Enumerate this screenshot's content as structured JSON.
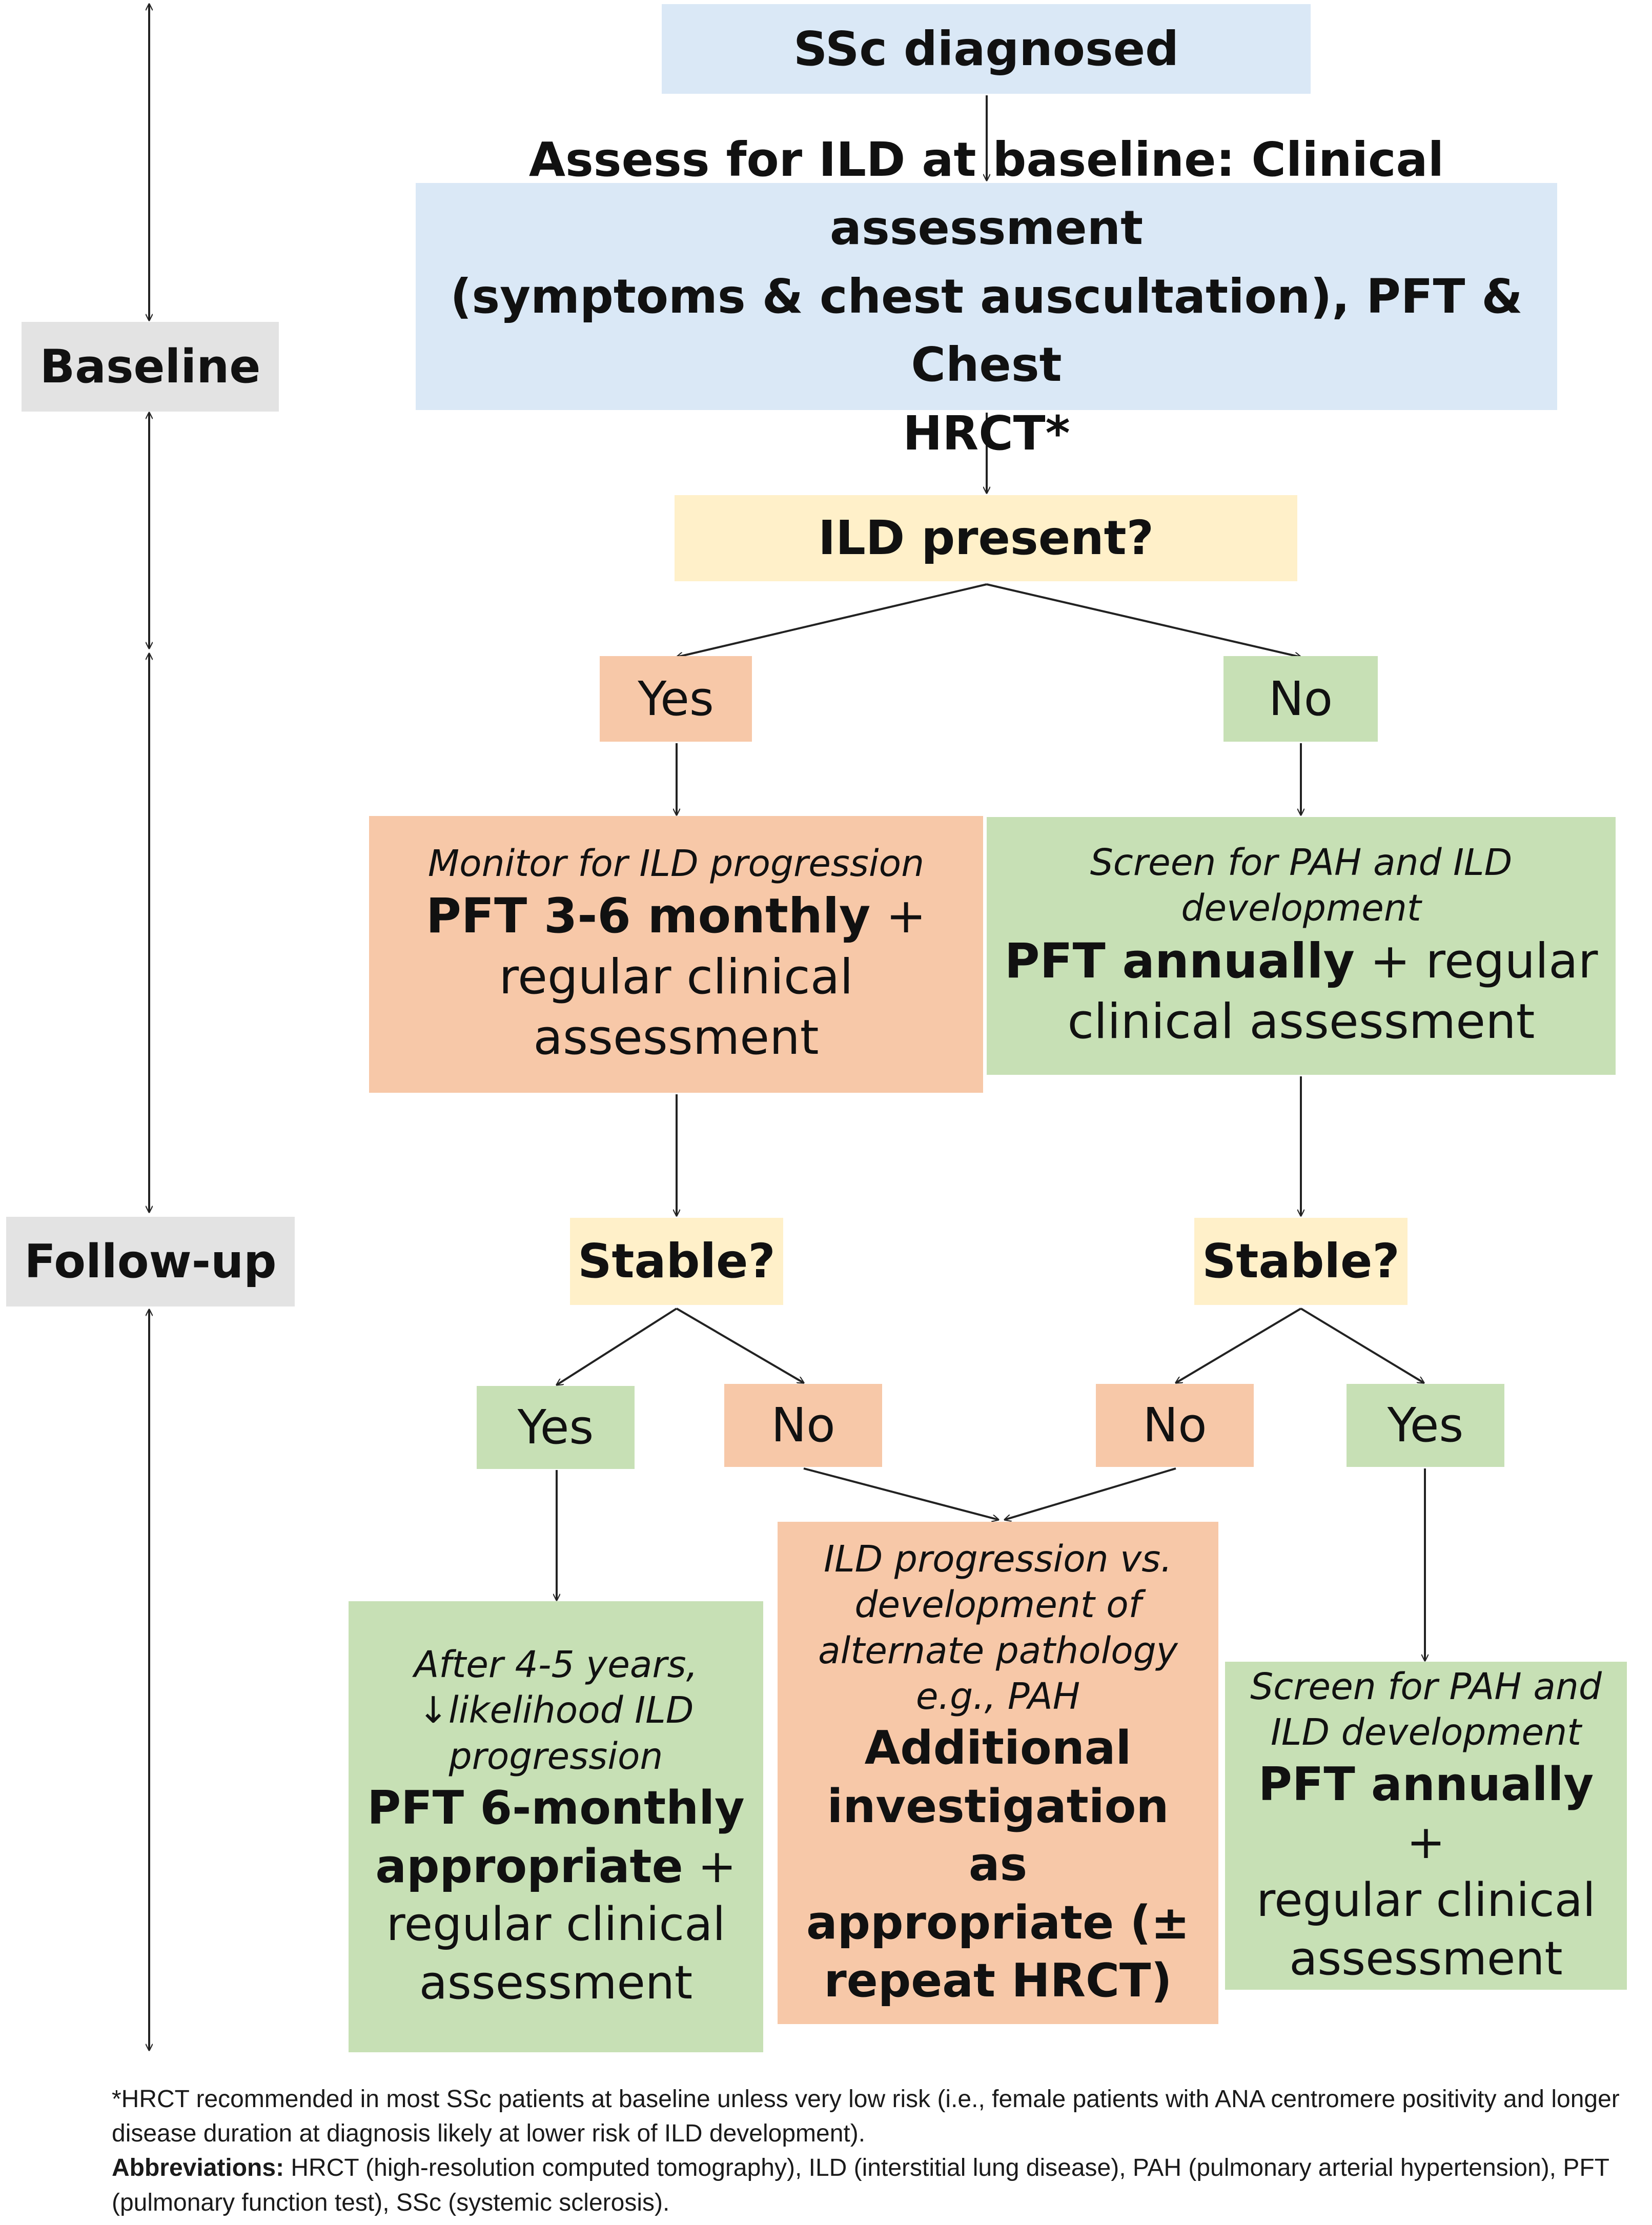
{
  "phases": {
    "baseline": "Baseline",
    "followup": "Follow-up"
  },
  "nodes": {
    "diagnosed": "SSc diagnosed",
    "assess": [
      "Assess for ILD at baseline: Clinical assessment",
      "(symptoms & chest auscultation), PFT & Chest",
      "HRCT*"
    ],
    "ild_present": "ILD present?",
    "yes1": "Yes",
    "no1": "No",
    "monitor": {
      "italic": "Monitor for ILD progression",
      "bold": "PFT 3-6 monthly",
      "plus": " +",
      "rest": [
        "regular clinical",
        "assessment"
      ]
    },
    "screen1": {
      "italic": [
        "Screen for PAH and ILD",
        "development"
      ],
      "bold": "PFT annually",
      "plus": " + regular",
      "rest": [
        "clinical assessment"
      ]
    },
    "stable_left": "Stable?",
    "stable_right": "Stable?",
    "yes_left": "Yes",
    "no_left": "No",
    "no_right": "No",
    "yes_right": "Yes",
    "after": {
      "italic": [
        "After 4-5 years,",
        "↓likelihood ILD",
        "progression"
      ],
      "bold": [
        "PFT 6-monthly",
        "appropriate"
      ],
      "plus": " +",
      "rest": [
        "regular clinical",
        "assessment"
      ]
    },
    "progression": {
      "italic": [
        "ILD progression vs.",
        "development of",
        "alternate pathology",
        "e.g., PAH"
      ],
      "bold": [
        "Additional",
        "investigation as",
        "appropriate (±",
        "repeat HRCT)"
      ]
    },
    "screen2": {
      "italic": [
        "Screen for PAH and",
        "ILD development"
      ],
      "bold": "PFT annually",
      "plus": " +",
      "rest": [
        "regular clinical",
        "assessment"
      ]
    }
  },
  "footnote": {
    "line1": "*HRCT recommended in most SSc patients at baseline unless very low risk (i.e., female patients with ANA centromere positivity and longer disease duration at diagnosis likely at lower risk of ILD development).",
    "abbr_label": "Abbreviations:",
    "abbr_text": " HRCT (high-resolution computed tomography), ILD (interstitial lung disease), PAH (pulmonary arterial hypertension), PFT (pulmonary function test), SSc (systemic sclerosis)."
  },
  "colors": {
    "blue": "#dae8f6",
    "yellow": "#fff0c9",
    "peach": "#f7c8a8",
    "green": "#c7e0b5",
    "gray": "#e3e3e3",
    "line": "#222222"
  }
}
